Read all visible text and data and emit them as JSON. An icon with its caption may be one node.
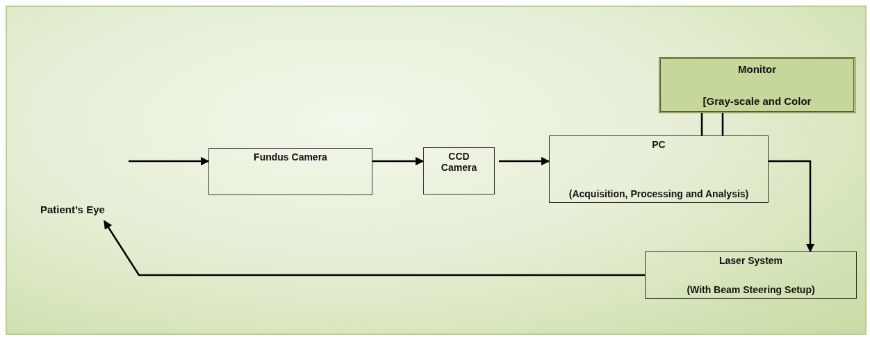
{
  "diagram": {
    "nodes": [
      {
        "text": [
          "Patient’s Eye"
        ]
      },
      {
        "text": [
          "Fundus Camera"
        ]
      },
      {
        "text": [
          "CCD Camera"
        ]
      },
      {
        "text": [
          "PC",
          "(Acquisition, Processing and Analysis)"
        ]
      },
      {
        "text": [
          "Monitor",
          "[Gray-scale and Color"
        ]
      },
      {
        "text": [
          "Laser System",
          "(With Beam Steering Setup)"
        ]
      }
    ],
    "edges": [
      {
        "from": 0,
        "to": 1,
        "arrow": "to"
      },
      {
        "from": 1,
        "to": 2,
        "arrow": "to"
      },
      {
        "from": 2,
        "to": 3,
        "arrow": "to"
      },
      {
        "from": 3,
        "to": 5,
        "arrow": "to"
      },
      {
        "from": 5,
        "to": 0,
        "arrow": "to"
      },
      {
        "from": 4,
        "to": 3,
        "arrow": "none"
      }
    ]
  }
}
